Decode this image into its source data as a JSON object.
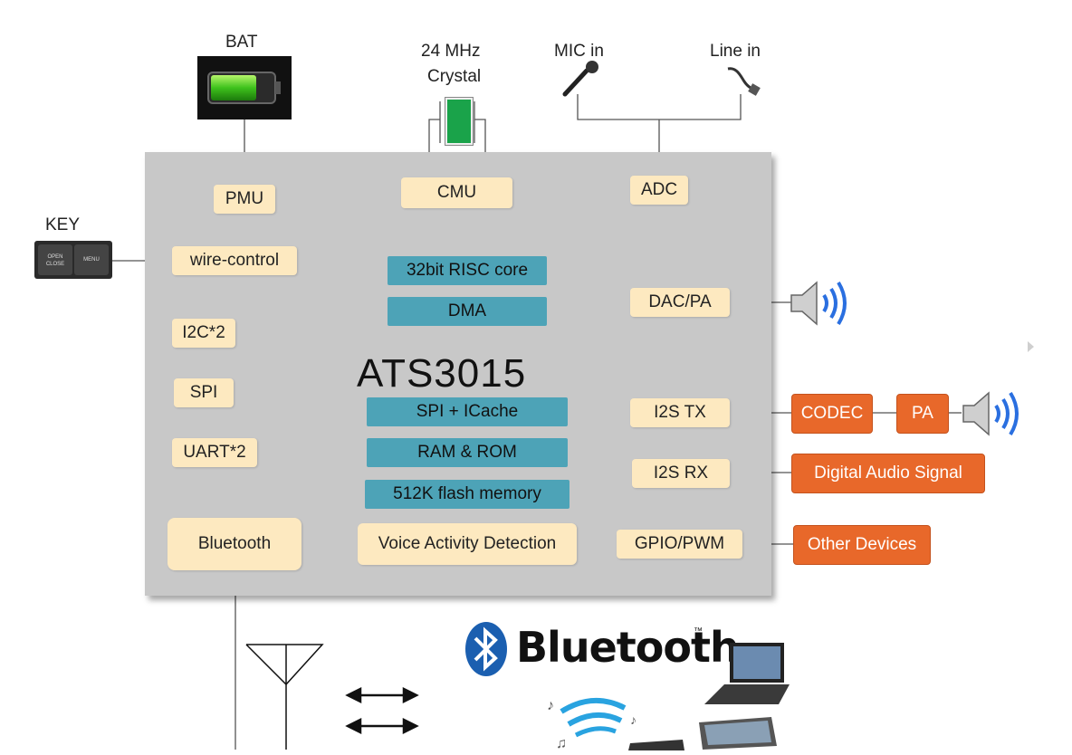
{
  "external": {
    "bat": "BAT",
    "crystal_line1": "24 MHz",
    "crystal_line2": "Crystal",
    "mic_in": "MIC in",
    "line_in": "Line in",
    "key": "KEY",
    "key_btn1_line1": "OPEN",
    "key_btn1_line2": "CLOSE",
    "key_btn2": "MENU"
  },
  "chip": {
    "name": "ATS3015",
    "left_blocks": {
      "pmu": "PMU",
      "wire_control": "wire-control",
      "i2c": "I2C*2",
      "spi": "SPI",
      "uart": "UART*2",
      "bluetooth": "Bluetooth"
    },
    "top_blocks": {
      "cmu": "CMU",
      "adc": "ADC"
    },
    "core_blocks": {
      "risc": "32bit RISC core",
      "dma": "DMA",
      "spi_icache": "SPI + ICache",
      "ram_rom": "RAM & ROM",
      "flash": "512K flash memory",
      "vad": "Voice Activity Detection"
    },
    "right_blocks": {
      "dac_pa": "DAC/PA",
      "i2s_tx": "I2S TX",
      "i2s_rx": "I2S RX",
      "gpio_pwm": "GPIO/PWM"
    }
  },
  "peripherals": {
    "codec": "CODEC",
    "pa": "PA",
    "digital_audio": "Digital Audio Signal",
    "other_devices": "Other Devices"
  },
  "bluetooth_logo": {
    "text": "Bluetooth",
    "tm": "™"
  },
  "colors": {
    "chip_bg": "#c8c8c8",
    "cream_block": "#fde9c0",
    "blue_block": "#4da3b7",
    "orange_block": "#e8682a"
  }
}
